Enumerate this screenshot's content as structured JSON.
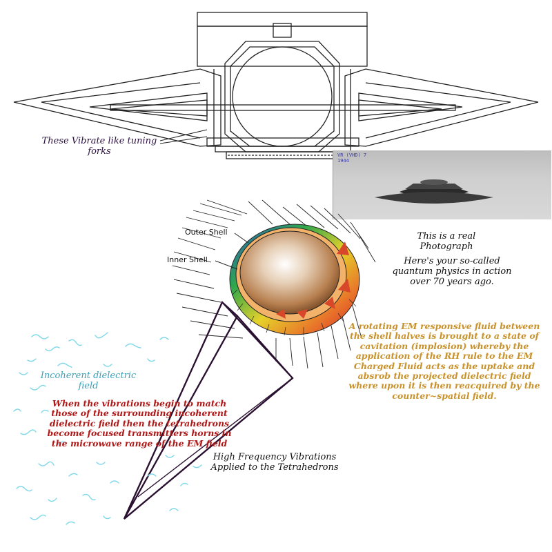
{
  "labels": {
    "tuning_forks": "These Vibrate like tuning forks",
    "outer_shell": "Outer Shell",
    "inner_shell": "Inner Shell",
    "photo_caption_line1": "VR (VHD) 7",
    "photo_caption_line2": "1944",
    "real_photo": "This is a real Photograph",
    "quantum": "Here's your so-called quantum physics in action over 70 years ago.",
    "rotating_fluid": "A rotating EM responsive fluid between the shell halves is brought to a state of cavitation (implosion) whereby the application of the RH rule to the EM Charged Fluid acts as the uptake and absrob the projected dielectric field where upon it is then reacquired by the counter~spatial field.",
    "incoherent": "Incoherent dielectric field",
    "vibrations_match": "When the vibrations begin to match those of the surrounding incoherent dielectric field then the tetrahedrons become focused transmitters horns in the microwave range of the EM field",
    "high_freq": "High Frequency Vibrations Applied to the Tetrahedrons"
  },
  "colors": {
    "tuning_text": "#2a1040",
    "rotating_text": "#c9912a",
    "incoherent_text": "#3aa0b8",
    "vibrations_text": "#b01818",
    "squiggle": "#7fd8e8"
  }
}
